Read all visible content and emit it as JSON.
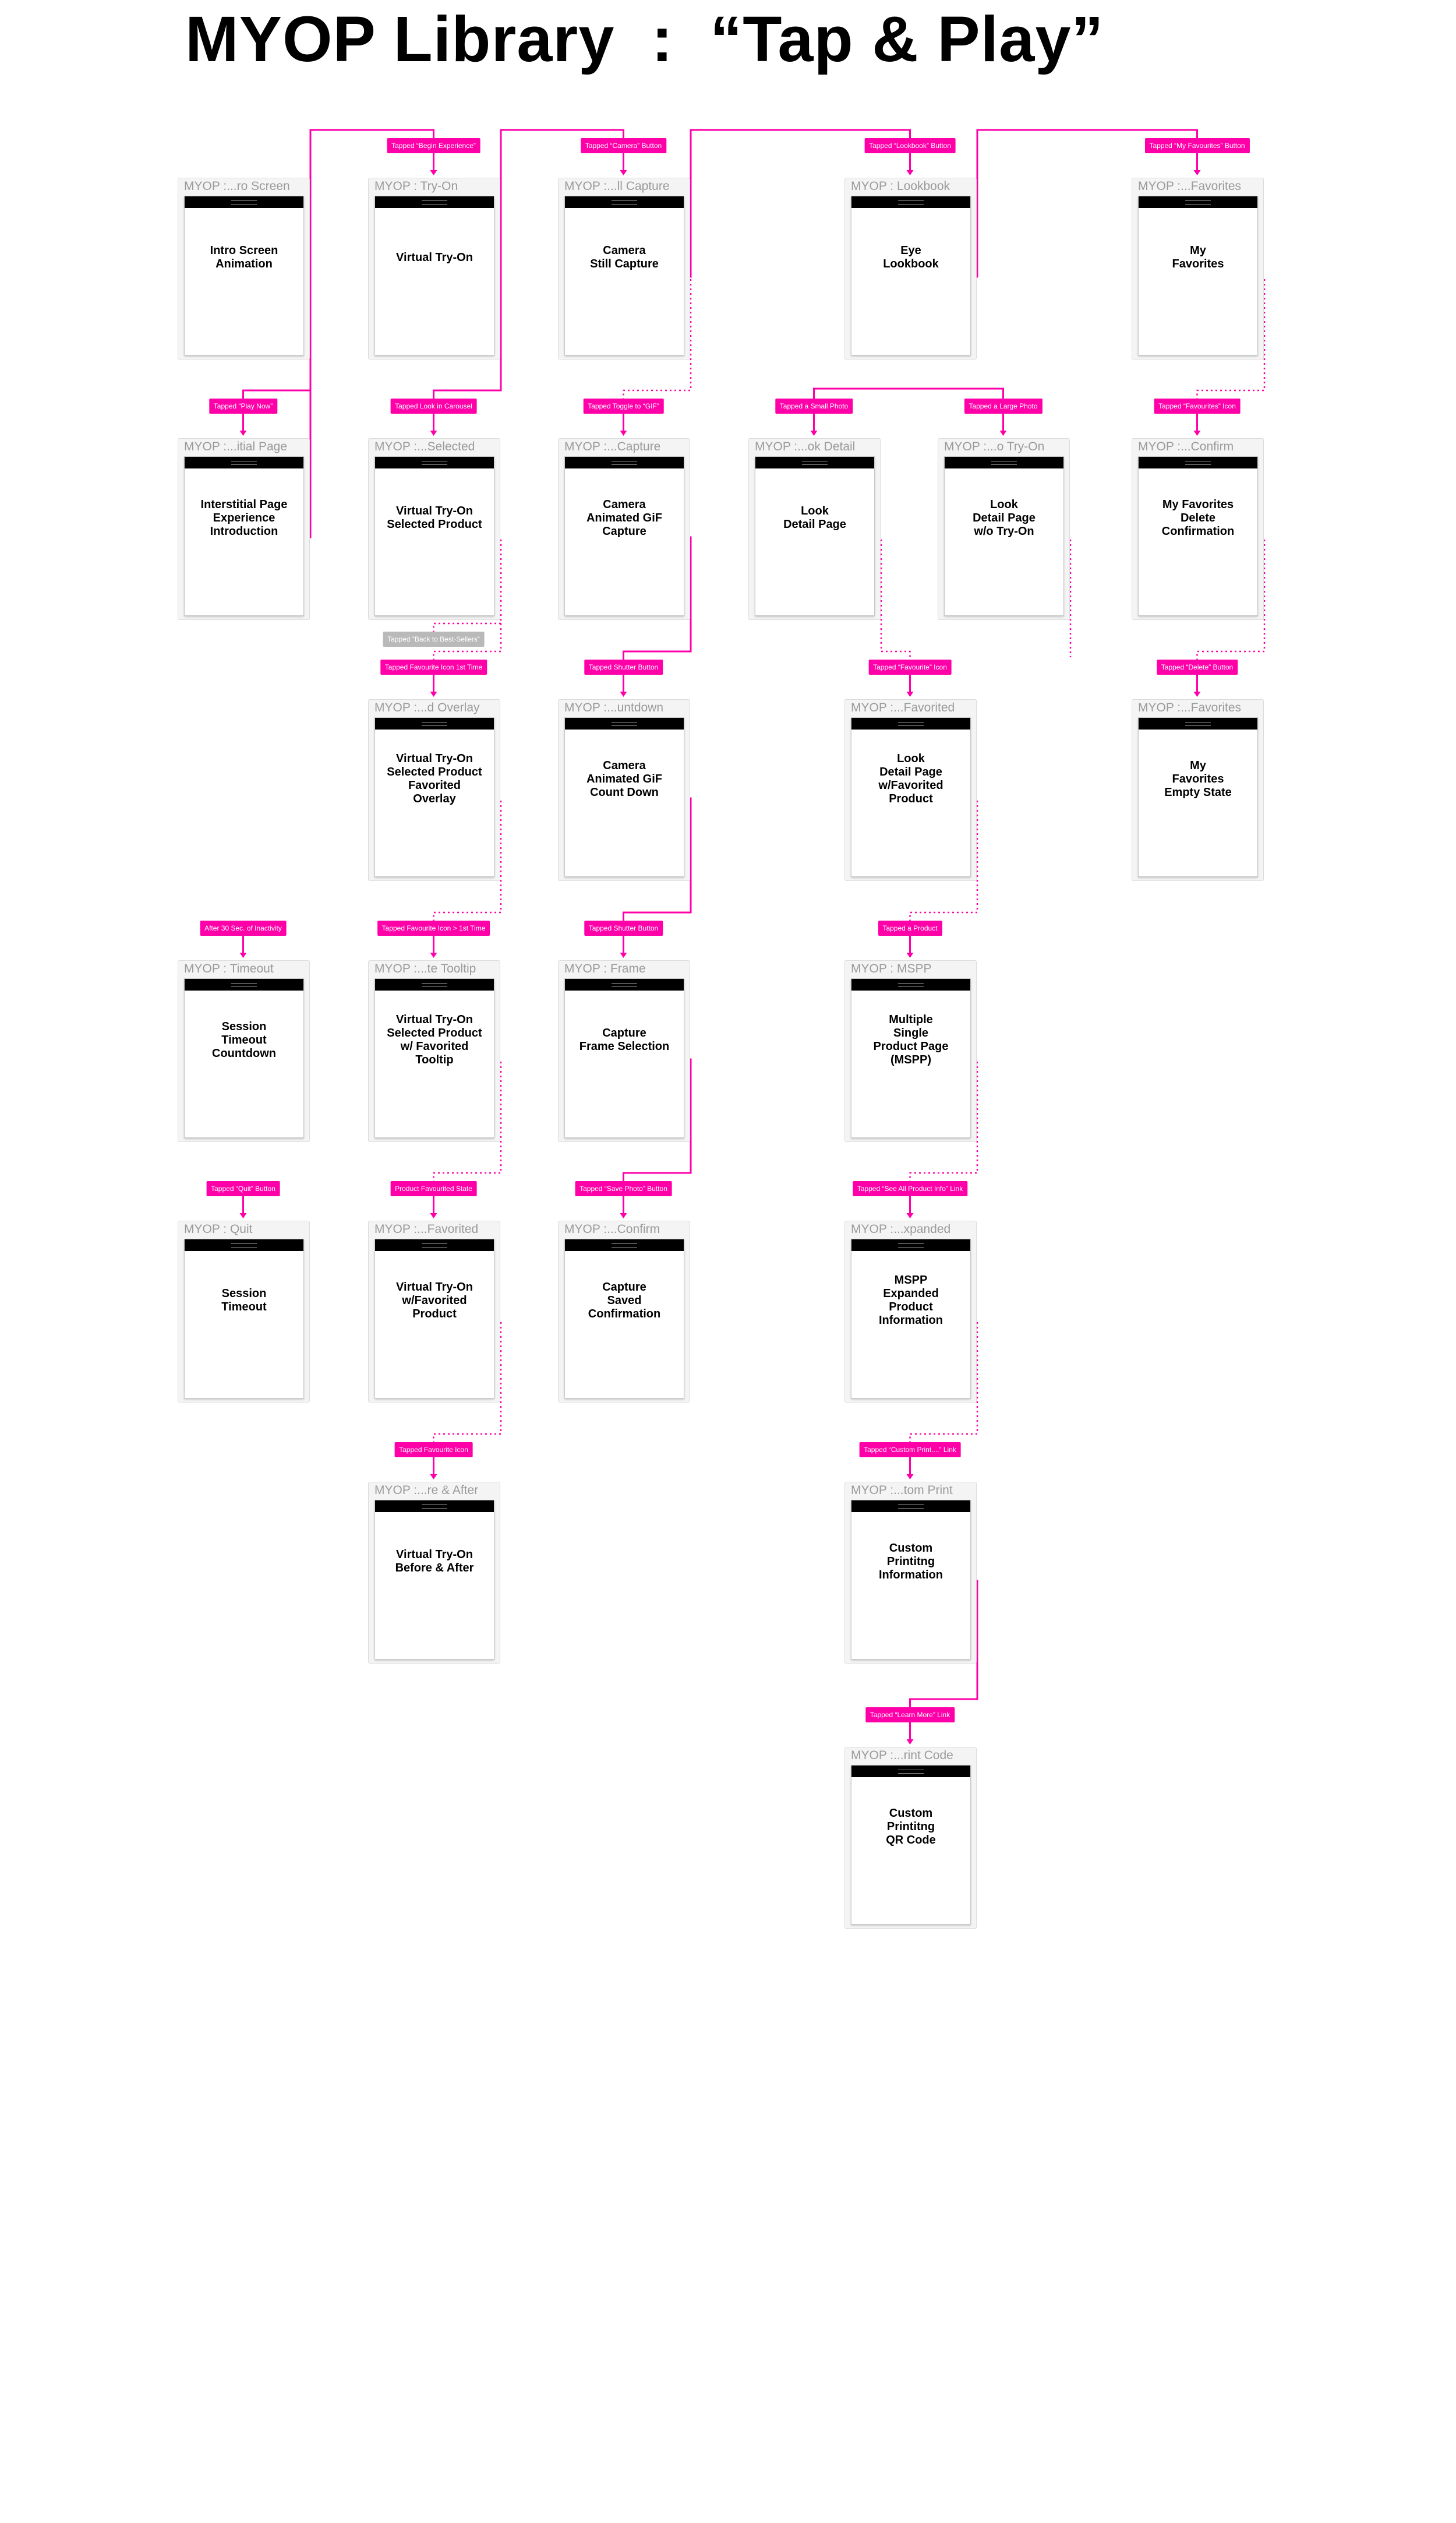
{
  "title": "MYOP Library  :  “Tap & Play”",
  "colors": {
    "accent": "#ff00a8",
    "muted": "#b9b9b9",
    "frame": "#f4f4f4",
    "header": "#000000"
  },
  "screens": [
    {
      "id": "intro",
      "label": "MYOP  :...ro Screen",
      "text": "Intro Screen\nAnimation"
    },
    {
      "id": "interstitial",
      "label": "MYOP  :...itial Page",
      "text": "Interstitial Page\nExperience\nIntroduction"
    },
    {
      "id": "timeout",
      "label": "MYOP  :  Timeout",
      "text": "Session\nTimeout\nCountdown"
    },
    {
      "id": "quit",
      "label": "MYOP  :  Quit",
      "text": "Session\nTimeout"
    },
    {
      "id": "tryon",
      "label": "MYOP  :  Try-On",
      "text": "Virtual Try-On"
    },
    {
      "id": "selected",
      "label": "MYOP  :...Selected",
      "text": "Virtual Try-On\nSelected Product"
    },
    {
      "id": "overlay",
      "label": "MYOP  :...d Overlay",
      "text": "Virtual Try-On\nSelected Product\nFavorited\nOverlay"
    },
    {
      "id": "tooltip",
      "label": "MYOP  :...te Tooltip",
      "text": "Virtual Try-On\nSelected Product\nw/ Favorited\nTooltip"
    },
    {
      "id": "tryonfav",
      "label": "MYOP  :...Favorited",
      "text": "Virtual Try-On\nw/Favorited\nProduct"
    },
    {
      "id": "beforeafter",
      "label": "MYOP  :...re & After",
      "text": "Virtual Try-On\nBefore & After"
    },
    {
      "id": "still",
      "label": "MYOP  :...ll Capture",
      "text": "Camera\nStill Capture"
    },
    {
      "id": "gifcap",
      "label": "MYOP  :...Capture",
      "text": "Camera\nAnimated GiF\nCapture"
    },
    {
      "id": "countdown",
      "label": "MYOP  :...untdown",
      "text": "Camera\nAnimated GiF\nCount Down"
    },
    {
      "id": "frame",
      "label": "MYOP  :  Frame",
      "text": "Capture\nFrame Selection"
    },
    {
      "id": "saved",
      "label": "MYOP  :...Confirm",
      "text": "Capture\nSaved\nConfirmation"
    },
    {
      "id": "lookdetail",
      "label": "MYOP  :...ok Detail",
      "text": "Look\nDetail Page"
    },
    {
      "id": "lookbook",
      "label": "MYOP  :  Lookbook",
      "text": "Eye\nLookbook"
    },
    {
      "id": "lookfav",
      "label": "MYOP  :...Favorited",
      "text": "Look\nDetail Page\nw/Favorited\nProduct"
    },
    {
      "id": "mspp",
      "label": "MYOP  :  MSPP",
      "text": "Multiple\nSingle\nProduct Page\n(MSPP)"
    },
    {
      "id": "expanded",
      "label": "MYOP  :...xpanded",
      "text": "MSPP\nExpanded\nProduct\nInformation"
    },
    {
      "id": "customprint",
      "label": "MYOP  :...tom Print",
      "text": "Custom\nPrintitng\nInformation"
    },
    {
      "id": "qr",
      "label": "MYOP  :...rint Code",
      "text": "Custom\nPrintitng\nQR Code"
    },
    {
      "id": "lookwo",
      "label": "MYOP  :...o Try-On",
      "text": "Look\nDetail Page\nw/o Try-On"
    },
    {
      "id": "myfav",
      "label": "MYOP  :...Favorites",
      "text": "My\nFavorites"
    },
    {
      "id": "favdelete",
      "label": "MYOP  :...Confirm",
      "text": "My Favorites\nDelete\nConfirmation"
    },
    {
      "id": "favempty",
      "label": "MYOP  :...Favorites",
      "text": "My\nFavorites\nEmpty State"
    }
  ],
  "triggers": [
    {
      "id": "t_play",
      "text": "Tapped “Play Now”",
      "color": "accent"
    },
    {
      "id": "t_inactivity",
      "text": "After 30 Sec. of Inactivity",
      "color": "accent"
    },
    {
      "id": "t_quit",
      "text": "Tapped “Quit” Button",
      "color": "accent"
    },
    {
      "id": "t_begin",
      "text": "Tapped “Begin Experience”",
      "color": "accent"
    },
    {
      "id": "t_carousel",
      "text": "Tapped Look in Carousel",
      "color": "accent"
    },
    {
      "id": "t_bestsellers",
      "text": "Tapped “Back to Best-Sellers”",
      "color": "muted"
    },
    {
      "id": "t_fav1",
      "text": "Tapped Favourite Icon 1st Time",
      "color": "accent"
    },
    {
      "id": "t_favgt1",
      "text": "Tapped Favourite Icon > 1st Time",
      "color": "accent"
    },
    {
      "id": "t_productfav",
      "text": "Product Favourited State",
      "color": "accent"
    },
    {
      "id": "t_favicon",
      "text": "Tapped Favourite Icon",
      "color": "accent"
    },
    {
      "id": "t_camera",
      "text": "Tapped “Camera” Button",
      "color": "accent"
    },
    {
      "id": "t_gif",
      "text": "Tapped Toggle to “GIF”",
      "color": "accent"
    },
    {
      "id": "t_shutter1",
      "text": "Tapped Shutter Button",
      "color": "accent"
    },
    {
      "id": "t_shutter2",
      "text": "Tapped Shutter Button",
      "color": "accent"
    },
    {
      "id": "t_savephoto",
      "text": "Tapped “Save Photo” Button",
      "color": "accent"
    },
    {
      "id": "t_smallphoto",
      "text": "Tapped a Small Photo",
      "color": "accent"
    },
    {
      "id": "t_lookbook",
      "text": "Tapped “Lookbook” Button",
      "color": "accent"
    },
    {
      "id": "t_favourite",
      "text": "Tapped “Favourite” Icon",
      "color": "accent"
    },
    {
      "id": "t_product",
      "text": "Tapped a Product",
      "color": "accent"
    },
    {
      "id": "t_seeall",
      "text": "Tapped “See All Product Info” Link",
      "color": "accent"
    },
    {
      "id": "t_customprint",
      "text": "Tapped “Custom Print....” Link",
      "color": "accent"
    },
    {
      "id": "t_learnmore",
      "text": "Tapped “Learn More” Link",
      "color": "accent"
    },
    {
      "id": "t_largephoto",
      "text": "Tapped a Large Photo",
      "color": "accent"
    },
    {
      "id": "t_myfav",
      "text": "Tapped “My Favourites” Button",
      "color": "accent"
    },
    {
      "id": "t_favsicon",
      "text": "Tapped “Favourites” Icon",
      "color": "accent"
    },
    {
      "id": "t_delete",
      "text": "Tapped “Delete” Button",
      "color": "accent"
    }
  ]
}
